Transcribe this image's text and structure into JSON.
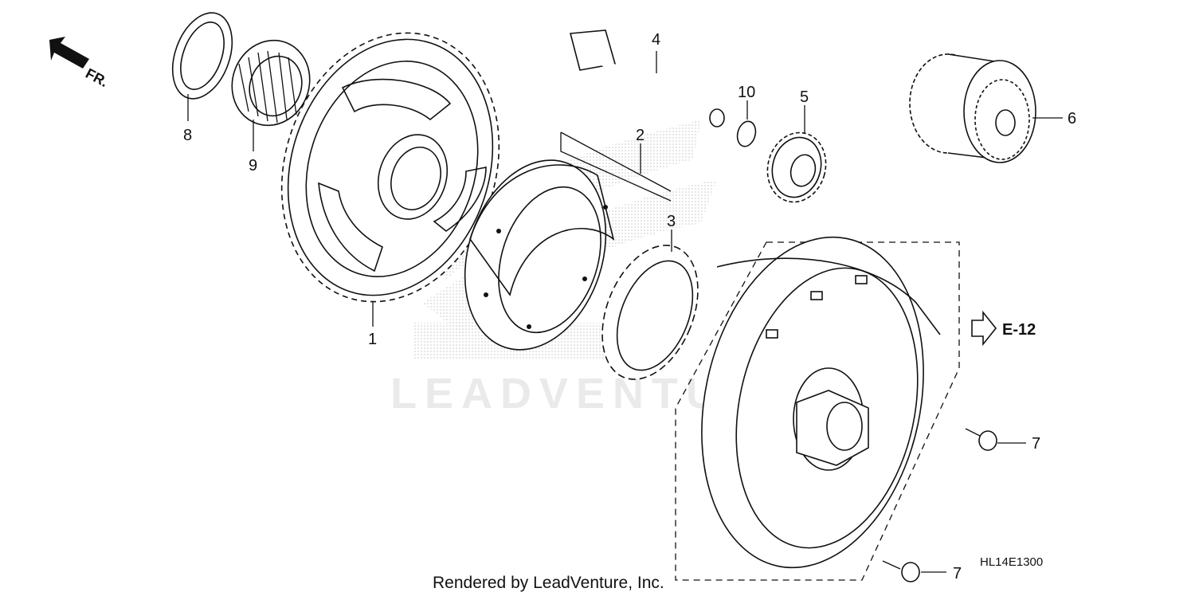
{
  "diagram": {
    "direction_label": "FR.",
    "cross_reference": "E-12",
    "diagram_code": "HL14E1300",
    "watermark": "LEADVENTURE",
    "rendered_by": "Rendered by LeadVenture, Inc.",
    "callouts": {
      "c1": "1",
      "c2": "2",
      "c3": "3",
      "c4": "4",
      "c5": "5",
      "c6": "6",
      "c7a": "7",
      "c7b": "7",
      "c8": "8",
      "c9": "9",
      "c10": "10"
    }
  }
}
